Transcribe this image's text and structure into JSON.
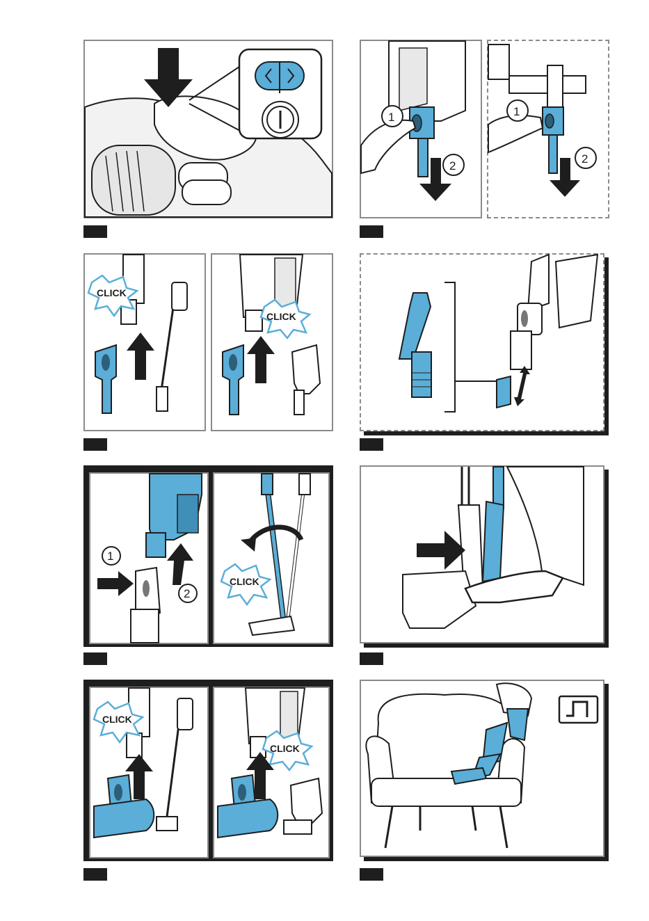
{
  "labels": {
    "click": "CLICK",
    "num1": "1",
    "num2": "2"
  },
  "steps": [
    {
      "id": "step-1",
      "tag": ""
    },
    {
      "id": "step-2",
      "tag": ""
    },
    {
      "id": "step-3",
      "tag": ""
    },
    {
      "id": "step-4",
      "tag": ""
    },
    {
      "id": "step-5",
      "tag": ""
    },
    {
      "id": "step-6",
      "tag": ""
    },
    {
      "id": "step-7",
      "tag": ""
    },
    {
      "id": "step-8",
      "tag": ""
    }
  ],
  "colors": {
    "accent_blue": "#5aaed8",
    "outline": "#1e1e1e",
    "frame_gray": "#8a8a8a"
  },
  "icons": [
    "down-arrow-icon",
    "up-arrow-icon",
    "right-arrow-icon",
    "curved-arrow-icon",
    "double-arrow-icon",
    "furniture-mode-icon"
  ]
}
